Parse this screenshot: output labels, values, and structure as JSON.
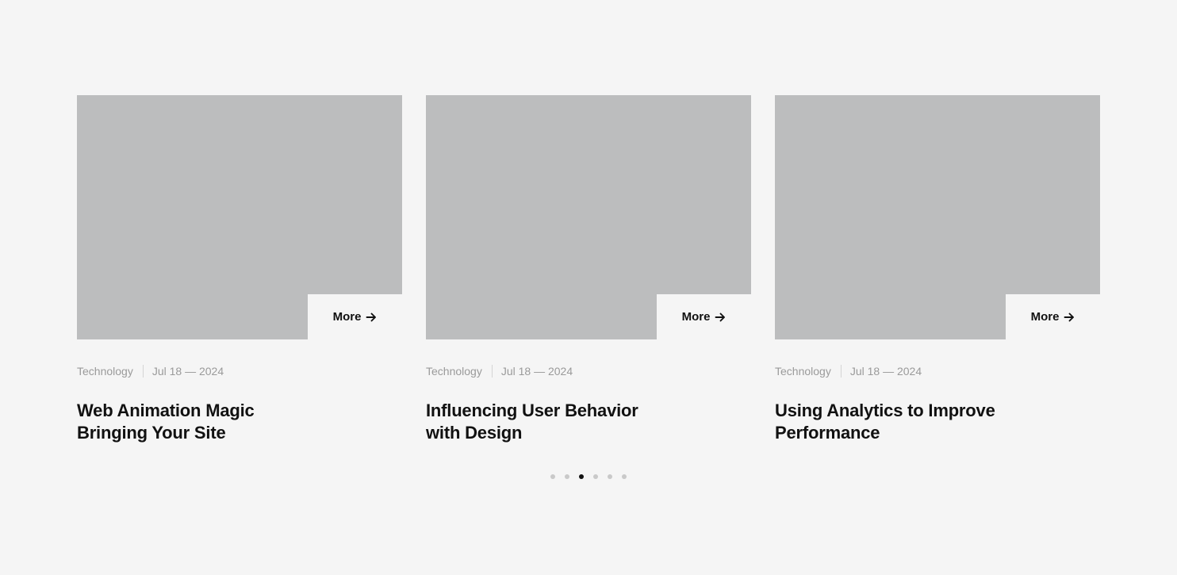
{
  "posts": [
    {
      "category": "Technology",
      "date": "Jul 18 — 2024",
      "title": "Web Animation Magic Bringing Your Site",
      "more_label": "More"
    },
    {
      "category": "Technology",
      "date": "Jul 18 — 2024",
      "title": "Influencing User Behavior with Design",
      "more_label": "More"
    },
    {
      "category": "Technology",
      "date": "Jul 18 — 2024",
      "title": "Using Analytics to Improve Performance",
      "more_label": "More"
    }
  ],
  "pagination": {
    "total": 6,
    "active_index": 2
  },
  "icons": {
    "more": "arrow-right-icon"
  },
  "colors": {
    "background": "#f5f5f5",
    "thumbnail": "#bcbdbe",
    "text": "#111111",
    "meta_text": "#9a9a9a",
    "dot_inactive": "#c9c9c9",
    "dot_active": "#111111"
  }
}
